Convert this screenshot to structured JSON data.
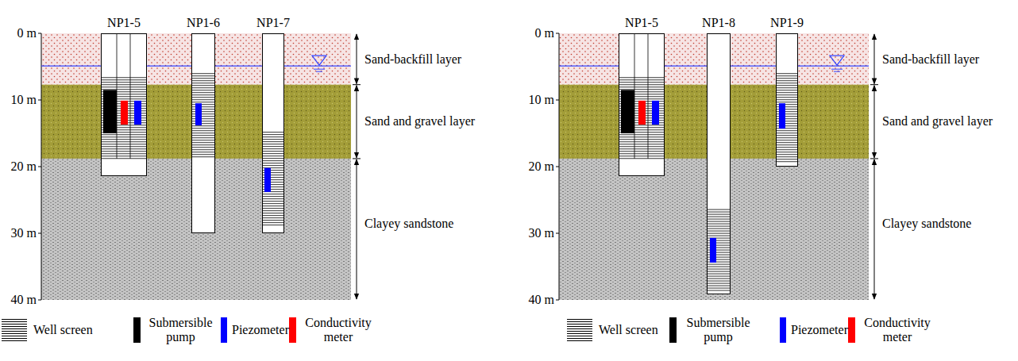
{
  "diagram": {
    "nodes": [
      {
        "text": [
          "NP1-5"
        ]
      },
      {
        "text": [
          "NP1-6"
        ]
      },
      {
        "text": [
          "NP1-7"
        ]
      },
      {
        "text": [
          "NP1-5"
        ]
      },
      {
        "text": [
          "NP1-8"
        ]
      },
      {
        "text": [
          "NP1-9"
        ]
      }
    ],
    "labels": [
      "0 m",
      "10 m",
      "20 m",
      "30 m",
      "40 m",
      "Sand-backfill layer",
      "Sand and gravel layer",
      "Clayey sandstone",
      "0 m",
      "10 m",
      "20 m",
      "30 m",
      "40 m",
      "Sand-backfill layer",
      "Sand and gravel layer",
      "Clayey sandstone"
    ],
    "legend": [
      {
        "text": "Well screen"
      },
      {
        "text": "Submersible pump",
        "color": "#000000"
      },
      {
        "text": "Piezometer",
        "color": "#0000ff"
      },
      {
        "text": "Conductivity meter",
        "color": "#ff0000"
      },
      {
        "text": "Well screen"
      },
      {
        "text": "Submersible pump",
        "color": "#000000"
      },
      {
        "text": "Piezometer",
        "color": "#0000ff"
      },
      {
        "text": "Conductivity meter",
        "color": "#ff0000"
      }
    ]
  }
}
